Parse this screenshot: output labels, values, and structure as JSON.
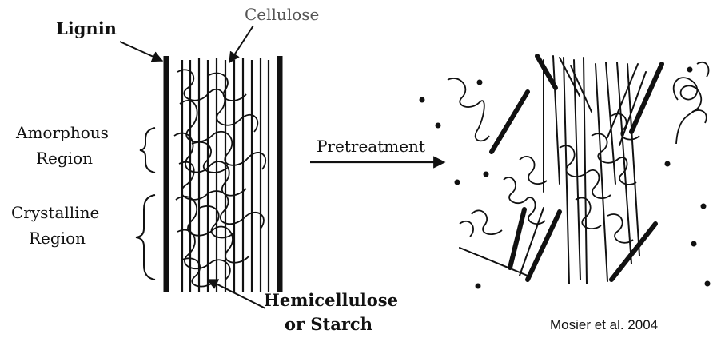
{
  "labels": {
    "lignin": "Lignin",
    "cellulose": "Cellulose",
    "amorphous_line1": "Amorphous",
    "amorphous_line2": "Region",
    "crystalline_line1": "Crystalline",
    "crystalline_line2": "Region",
    "pretreatment": "Pretreatment",
    "hemicellulose_line1": "Hemicellulose",
    "hemicellulose_line2": "or Starch",
    "credit": "Mosier et al. 2004"
  },
  "colors": {
    "ink": "#111111",
    "grey_label": "#555555",
    "background": "#ffffff"
  }
}
